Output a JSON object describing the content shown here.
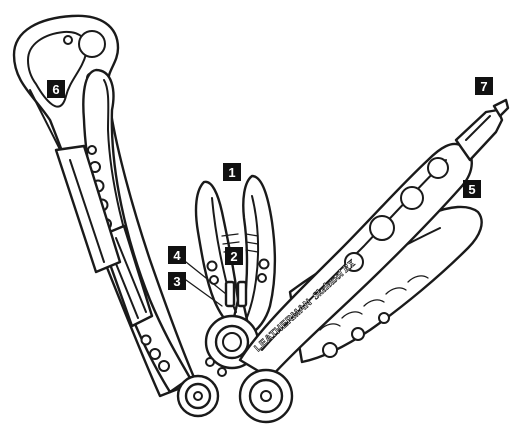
{
  "diagram": {
    "brand_text": "LEATHERMAN",
    "model_text": "Skeletool",
    "model_suffix": "RX",
    "callouts": [
      {
        "id": "callout-1",
        "label": "1"
      },
      {
        "id": "callout-2",
        "label": "2"
      },
      {
        "id": "callout-3",
        "label": "3"
      },
      {
        "id": "callout-4",
        "label": "4"
      },
      {
        "id": "callout-5",
        "label": "5"
      },
      {
        "id": "callout-6",
        "label": "6"
      },
      {
        "id": "callout-7",
        "label": "7"
      }
    ]
  }
}
